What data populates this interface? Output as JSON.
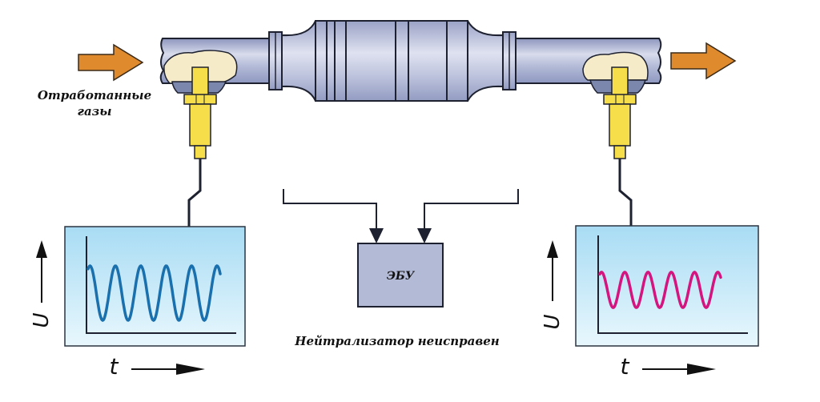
{
  "labels": {
    "exhaust_gases_line1": "Отработанные",
    "exhaust_gases_line2": "газы",
    "ecu": "ЭБУ",
    "status": "Нейтрализатор неисправен"
  },
  "graphs": {
    "upstream": {
      "y_axis_label": "U",
      "x_axis_label": "t",
      "wave_color": "#1a6fad",
      "cycles": 5,
      "relative_amplitude": 1.0
    },
    "downstream": {
      "y_axis_label": "U",
      "x_axis_label": "t",
      "wave_color": "#d4157f",
      "cycles": 5,
      "relative_amplitude": 0.65
    }
  },
  "colors": {
    "flow_arrow": "#e08a2e",
    "pipe": "#aeb6d6",
    "sensor": "#f6dd4a",
    "ecu_box": "#b2bad6",
    "graph_bg_top": "#a8dcf4",
    "graph_bg_bottom": "#e8f7fd"
  }
}
